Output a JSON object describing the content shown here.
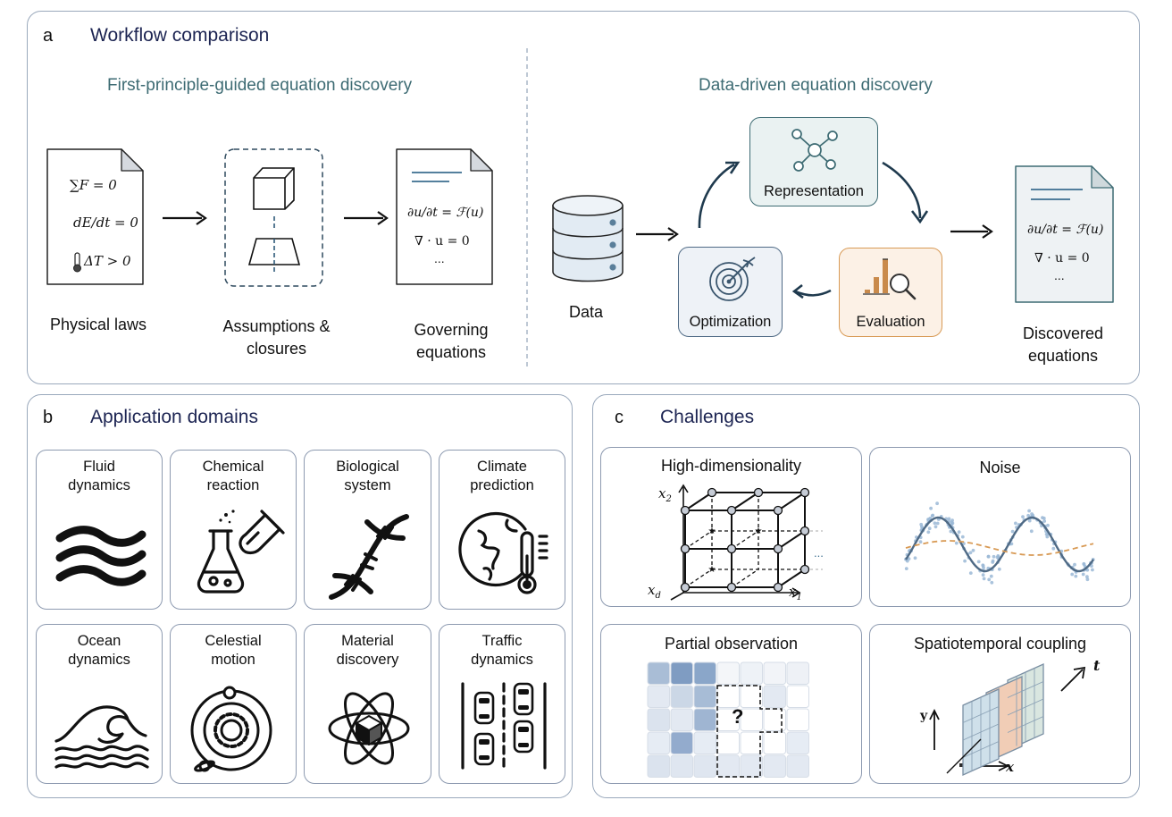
{
  "panel_a": {
    "letter": "a",
    "title": "Workflow comparison",
    "left_subtitle": "First-principle-guided equation discovery",
    "right_subtitle": "Data-driven equation discovery",
    "physical_laws": {
      "label": "Physical laws",
      "eq1": "∑F = 0",
      "eq2": "dE/dt = 0",
      "eq3": "ΔT > 0"
    },
    "assumptions": {
      "line1": "Assumptions &",
      "line2": "closures"
    },
    "governing": {
      "line1": "Governing",
      "line2": "equations",
      "eq1": "∂u/∂t = ℱ(u)",
      "eq2": "∇ · u = 0",
      "eq3": "..."
    },
    "data_label": "Data",
    "representation": "Representation",
    "evaluation": "Evaluation",
    "optimization": "Optimization",
    "discovered": {
      "line1": "Discovered",
      "line2": "equations",
      "eq1": "∂u/∂t = ℱ(u)",
      "eq2": "∇ · u = 0",
      "eq3": "..."
    }
  },
  "panel_b": {
    "letter": "b",
    "title": "Application domains",
    "domains": [
      {
        "line1": "Fluid",
        "line2": "dynamics"
      },
      {
        "line1": "Chemical",
        "line2": "reaction"
      },
      {
        "line1": "Biological",
        "line2": "system"
      },
      {
        "line1": "Climate",
        "line2": "prediction"
      },
      {
        "line1": "Ocean",
        "line2": "dynamics"
      },
      {
        "line1": "Celestial",
        "line2": "motion"
      },
      {
        "line1": "Material",
        "line2": "discovery"
      },
      {
        "line1": "Traffic",
        "line2": "dynamics"
      }
    ]
  },
  "panel_c": {
    "letter": "c",
    "title": "Challenges",
    "challenges": [
      {
        "title": "High-dimensionality",
        "ax_x2": "x2",
        "ax_x1": "x1",
        "ax_xd": "xd",
        "dots": "..."
      },
      {
        "title": "Noise"
      },
      {
        "title": "Partial observation",
        "mark": "?"
      },
      {
        "title": "Spatiotemporal coupling",
        "ax_t": "t",
        "ax_y": "y",
        "ax_x": "x"
      }
    ]
  },
  "colors": {
    "panel_border": "#9aa9bc",
    "title": "#1c2452",
    "subtitle": "#3d6b73",
    "teal": "#3d6b73",
    "orange": "#d89a55",
    "noise_curve": "#4f6a85",
    "noise_dots": "#9bb8d6"
  }
}
